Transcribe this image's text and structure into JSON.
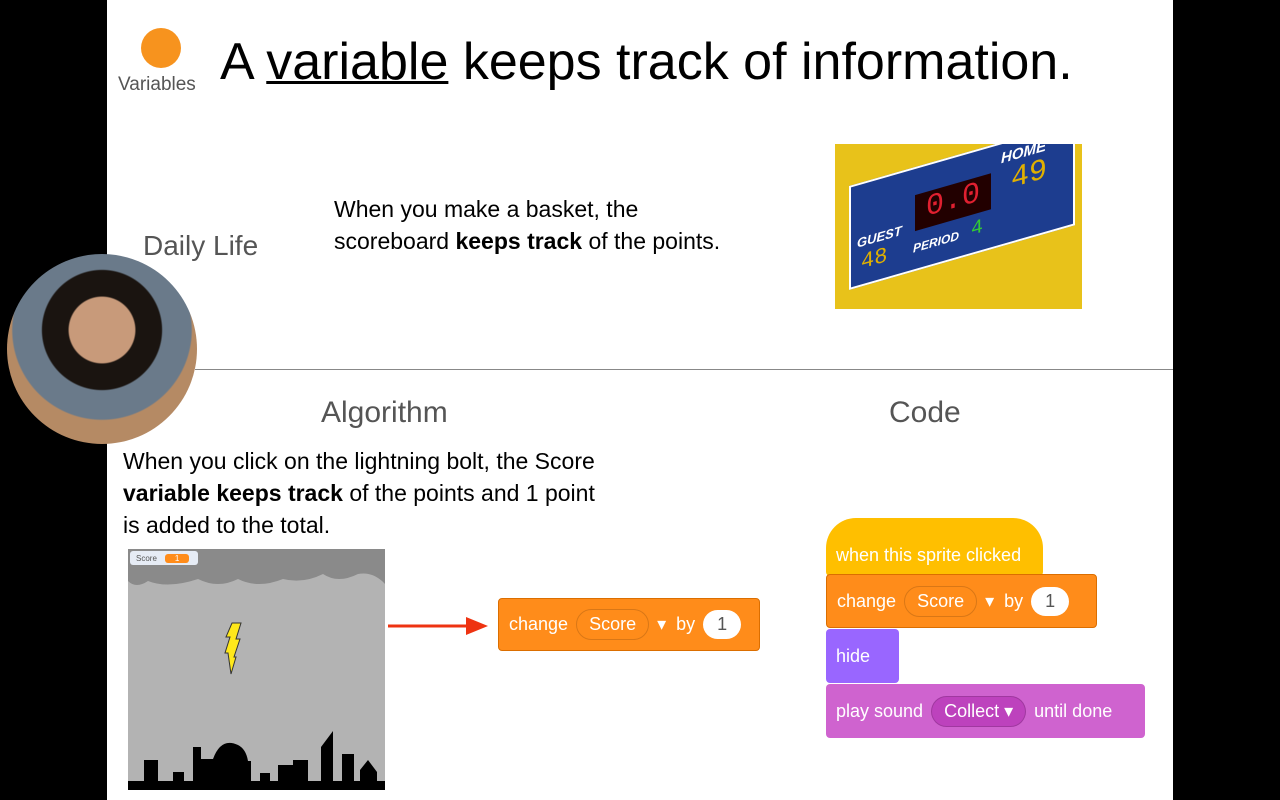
{
  "slide": {
    "logo_label": "Variables",
    "title_pre": "A ",
    "title_term": "variable",
    "title_post": " keeps track of information.",
    "daily_heading": "Daily Life",
    "daily_text_1": "When you make a basket, the",
    "daily_text_2": "scoreboard ",
    "daily_bold": "keeps track",
    "daily_text_3": " of the points.",
    "scoreboard": {
      "guest_label": "GUEST",
      "guest": "48",
      "home_label": "HOME",
      "home": "49",
      "clock": "0.0",
      "period_label": "PERIOD",
      "period": "4"
    },
    "algorithm_heading": "Algorithm",
    "code_heading": "Code",
    "alg_text_1": "When you click on the lightning bolt, the Score",
    "alg_bold": "variable keeps track",
    "alg_text_2": " of the points and 1 point",
    "alg_text_3": "is added to the total.",
    "stage": {
      "monitor_label": "Score",
      "monitor_value": "1"
    },
    "single_block": {
      "change": "change",
      "var": "Score",
      "by": "by",
      "value": "1"
    },
    "script": {
      "hat": "when this sprite clicked",
      "change": "change",
      "var": "Score",
      "by": "by",
      "value": "1",
      "hide": "hide",
      "play": "play sound",
      "sound": "Collect",
      "until": "until done"
    }
  },
  "colors": {
    "orange": "#ff8c1a",
    "events": "#ffbf00",
    "looks": "#9966ff",
    "sound": "#cf63cf"
  }
}
